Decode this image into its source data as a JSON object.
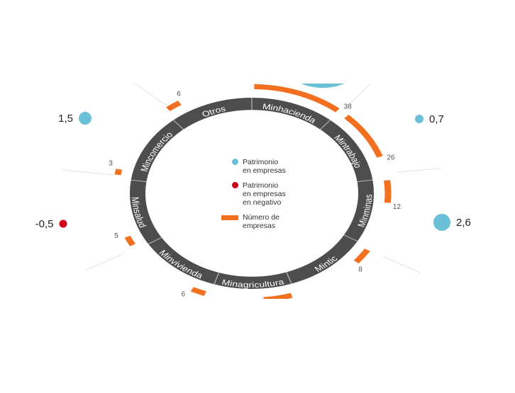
{
  "colors": {
    "ring": "#4d4d4d",
    "bar": "#f37021",
    "positive": "#6bbfd6",
    "negative": "#d0021b",
    "guide": "#e2e2e2"
  },
  "legend": [
    {
      "label_1": "Patrimonio",
      "label_2": "en empresas",
      "label_3": "",
      "symbol": "positive-dot"
    },
    {
      "label_1": "Patrimonio",
      "label_2": "en empresas",
      "label_3": "en negativo",
      "symbol": "negative-dot"
    },
    {
      "label_1": "Número de",
      "label_2": "empresas",
      "label_3": "",
      "symbol": "bar"
    }
  ],
  "chart_data": {
    "type": "radial-infographic",
    "series": [
      {
        "name": "Número de empresas",
        "type": "bar"
      },
      {
        "name": "Patrimonio en empresas",
        "type": "bubble"
      }
    ],
    "segments": [
      {
        "name": "Minhacienda",
        "count": 38,
        "count_label": "38"
      },
      {
        "name": "Mintrabajo",
        "count": 26,
        "count_label": "26"
      },
      {
        "name": "Minminas",
        "count": 12,
        "count_label": "12"
      },
      {
        "name": "Mintic",
        "count": 8,
        "count_label": "8"
      },
      {
        "name": "Minagricultura",
        "count": null,
        "count_label": null
      },
      {
        "name": "Minvivienda",
        "count": 6,
        "count_label": "6"
      },
      {
        "name": "Minsalud",
        "count": 5,
        "count_label": "5"
      },
      {
        "name": "Mincomercio",
        "count": 3,
        "count_label": "3"
      },
      {
        "name": "Otros",
        "count": 6,
        "count_label": "6"
      }
    ],
    "bubbles": [
      {
        "value": 1.5,
        "label": "1,5",
        "sign": "positive"
      },
      {
        "value": 0.7,
        "label": "0,7",
        "sign": "positive"
      },
      {
        "value": 2.6,
        "label": "2,6",
        "sign": "positive"
      },
      {
        "value": -0.5,
        "label": "-0,5",
        "sign": "negative"
      }
    ]
  }
}
